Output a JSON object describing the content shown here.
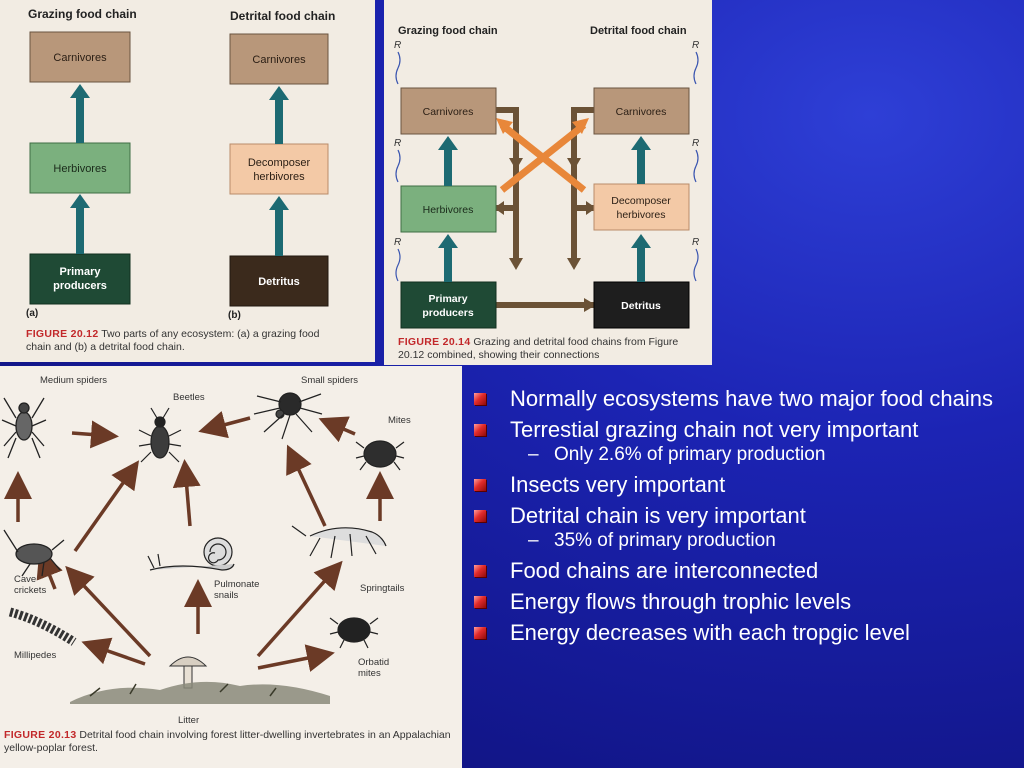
{
  "fig1": {
    "grazing_title": "Grazing food chain",
    "detrital_title": "Detrital food chain",
    "carnivores": "Carnivores",
    "herbivores": "Herbivores",
    "primary_producers_1": "Primary",
    "primary_producers_2": "producers",
    "decomposer_1": "Decomposer",
    "decomposer_2": "herbivores",
    "detritus": "Detritus",
    "label_a": "(a)",
    "label_b": "(b)",
    "caption_label": "FIGURE 20.12",
    "caption_line1": " Two parts of any ecosystem: (a) a grazing food",
    "caption_line2": "chain and (b) a detrital food chain."
  },
  "fig2": {
    "grazing_title": "Grazing food chain",
    "detrital_title": "Detrital food chain",
    "respiration": "R",
    "carnivores": "Carnivores",
    "herbivores": "Herbivores",
    "primary_producers_1": "Primary",
    "primary_producers_2": "producers",
    "decomposer_1": "Decomposer",
    "decomposer_2": "herbivores",
    "detritus": "Detritus",
    "caption_label": "FIGURE 20.14",
    "caption_line1": " Grazing and detrital food chains from Figure",
    "caption_line2": "20.12 combined, showing their connections"
  },
  "fig3": {
    "medium_spiders": "Medium spiders",
    "beetles": "Beetles",
    "small_spiders": "Small spiders",
    "mites": "Mites",
    "cave_crickets_1": "Cave",
    "cave_crickets_2": "crickets",
    "pulmonate_1": "Pulmonate",
    "pulmonate_2": "snails",
    "springtails": "Springtails",
    "millipedes": "Millipedes",
    "orbatid_1": "Orbatid",
    "orbatid_2": "mites",
    "litter": "Litter",
    "caption_label": "FIGURE 20.13",
    "caption_line1": " Detrital food chain involving forest litter-dwelling invertebrates in an Appalachian",
    "caption_line2": "yellow-poplar forest."
  },
  "bullets": [
    {
      "level": 1,
      "text": "Normally ecosystems have two major food chains"
    },
    {
      "level": 1,
      "text": "Terrestial grazing chain not very important"
    },
    {
      "level": 2,
      "text": "Only 2.6% of primary production"
    },
    {
      "level": 1,
      "text": "Insects very important"
    },
    {
      "level": 1,
      "text": "Detrital chain is very important"
    },
    {
      "level": 2,
      "text": "35% of primary production"
    },
    {
      "level": 1,
      "text": "Food chains are interconnected"
    },
    {
      "level": 1,
      "text": "Energy flows through trophic levels"
    },
    {
      "level": 1,
      "text": "Energy decreases with each tropgic level"
    }
  ],
  "colors": {
    "box_tan": "#b8977a",
    "box_green_light": "#7bb07e",
    "box_green_dark": "#1f4a35",
    "box_peach": "#f3c9a6",
    "box_brown_dark": "#3b2a1c",
    "arrow_teal": "#1d6a72",
    "arrow_brown": "#6b5236",
    "arrow_orange": "#e8873a",
    "bullet_red": "#d42a2a"
  }
}
